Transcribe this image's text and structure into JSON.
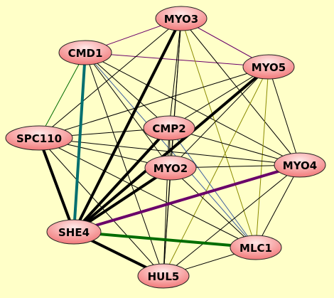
{
  "colors": {
    "background": "#ffffc8",
    "node_fill_light": "#ffe8e8",
    "node_fill_dark": "#f27a7a",
    "node_stroke": "#222222",
    "edge_default": "#000000",
    "edge_purple": "#6a006a",
    "edge_green": "#006c00",
    "edge_teal": "#006f6f",
    "edge_olive": "#8a8a00",
    "edge_blue": "#3f5fa0"
  },
  "nodes": [
    {
      "id": "MYO3",
      "label": "MYO3"
    },
    {
      "id": "CMD1",
      "label": "CMD1"
    },
    {
      "id": "MYO5",
      "label": "MYO5"
    },
    {
      "id": "SPC110",
      "label": "SPC110"
    },
    {
      "id": "CMP2",
      "label": "CMP2"
    },
    {
      "id": "MYO2",
      "label": "MYO2"
    },
    {
      "id": "MYO4",
      "label": "MYO4"
    },
    {
      "id": "SHE4",
      "label": "SHE4"
    },
    {
      "id": "MLC1",
      "label": "MLC1"
    },
    {
      "id": "HUL5",
      "label": "HUL5"
    }
  ],
  "edges": [
    {
      "source": "CMD1",
      "target": "SHE4",
      "color": "edge_teal",
      "weight": "heavy"
    },
    {
      "source": "SHE4",
      "target": "MYO4",
      "color": "edge_purple",
      "weight": "heavy"
    },
    {
      "source": "SHE4",
      "target": "MLC1",
      "color": "edge_green",
      "weight": "heavy"
    },
    {
      "source": "SHE4",
      "target": "MYO3",
      "color": "edge_default",
      "weight": "heavy"
    },
    {
      "source": "SHE4",
      "target": "MYO5",
      "color": "edge_default",
      "weight": "heavy"
    },
    {
      "source": "SHE4",
      "target": "CMP2",
      "color": "edge_default",
      "weight": "heavy"
    },
    {
      "source": "SHE4",
      "target": "MYO2",
      "color": "edge_default",
      "weight": "heavy"
    },
    {
      "source": "SHE4",
      "target": "SPC110",
      "color": "edge_default",
      "weight": "heavy"
    },
    {
      "source": "SHE4",
      "target": "HUL5",
      "color": "edge_default",
      "weight": "heavy"
    },
    {
      "source": "CMD1",
      "target": "MYO3",
      "color": "edge_purple",
      "weight": "light"
    },
    {
      "source": "CMD1",
      "target": "MYO5",
      "color": "edge_purple",
      "weight": "light"
    },
    {
      "source": "MYO3",
      "target": "MYO5",
      "color": "edge_purple",
      "weight": "light"
    },
    {
      "source": "CMD1",
      "target": "SPC110",
      "color": "edge_green",
      "weight": "light"
    },
    {
      "source": "CMD1",
      "target": "MLC1",
      "color": "edge_blue",
      "weight": "light"
    },
    {
      "source": "CMD1",
      "target": "CMP2",
      "color": "edge_default",
      "weight": "light"
    },
    {
      "source": "CMD1",
      "target": "MYO2",
      "color": "edge_default",
      "weight": "light"
    },
    {
      "source": "CMD1",
      "target": "HUL5",
      "color": "edge_default",
      "weight": "light"
    },
    {
      "source": "CMD1",
      "target": "MYO4",
      "color": "edge_default",
      "weight": "light"
    },
    {
      "source": "MYO3",
      "target": "SPC110",
      "color": "edge_default",
      "weight": "light"
    },
    {
      "source": "MYO3",
      "target": "CMP2",
      "color": "edge_default",
      "weight": "light"
    },
    {
      "source": "MYO3",
      "target": "MYO2",
      "color": "edge_default",
      "weight": "light"
    },
    {
      "source": "MYO3",
      "target": "MYO4",
      "color": "edge_default",
      "weight": "light"
    },
    {
      "source": "MYO3",
      "target": "MLC1",
      "color": "edge_olive",
      "weight": "light"
    },
    {
      "source": "MYO3",
      "target": "HUL5",
      "color": "edge_default",
      "weight": "light"
    },
    {
      "source": "MYO5",
      "target": "SPC110",
      "color": "edge_default",
      "weight": "light"
    },
    {
      "source": "MYO5",
      "target": "CMP2",
      "color": "edge_default",
      "weight": "light"
    },
    {
      "source": "MYO5",
      "target": "MYO2",
      "color": "edge_default",
      "weight": "light"
    },
    {
      "source": "MYO5",
      "target": "MYO4",
      "color": "edge_default",
      "weight": "light"
    },
    {
      "source": "MYO5",
      "target": "MLC1",
      "color": "edge_olive",
      "weight": "light"
    },
    {
      "source": "MYO5",
      "target": "HUL5",
      "color": "edge_olive",
      "weight": "light"
    },
    {
      "source": "SPC110",
      "target": "CMP2",
      "color": "edge_default",
      "weight": "light"
    },
    {
      "source": "SPC110",
      "target": "MYO2",
      "color": "edge_default",
      "weight": "light"
    },
    {
      "source": "SPC110",
      "target": "MYO4",
      "color": "edge_default",
      "weight": "light"
    },
    {
      "source": "SPC110",
      "target": "MLC1",
      "color": "edge_default",
      "weight": "light"
    },
    {
      "source": "SPC110",
      "target": "HUL5",
      "color": "edge_default",
      "weight": "light"
    },
    {
      "source": "CMP2",
      "target": "MYO2",
      "color": "edge_default",
      "weight": "light"
    },
    {
      "source": "CMP2",
      "target": "MYO4",
      "color": "edge_default",
      "weight": "light"
    },
    {
      "source": "CMP2",
      "target": "MLC1",
      "color": "edge_blue",
      "weight": "light"
    },
    {
      "source": "CMP2",
      "target": "HUL5",
      "color": "edge_default",
      "weight": "light"
    },
    {
      "source": "MYO2",
      "target": "MYO4",
      "color": "edge_default",
      "weight": "light"
    },
    {
      "source": "MYO2",
      "target": "MLC1",
      "color": "edge_default",
      "weight": "light"
    },
    {
      "source": "MYO2",
      "target": "HUL5",
      "color": "edge_default",
      "weight": "light"
    },
    {
      "source": "MYO4",
      "target": "MLC1",
      "color": "edge_default",
      "weight": "light"
    },
    {
      "source": "MYO4",
      "target": "HUL5",
      "color": "edge_default",
      "weight": "light"
    },
    {
      "source": "MLC1",
      "target": "HUL5",
      "color": "edge_default",
      "weight": "light"
    }
  ]
}
